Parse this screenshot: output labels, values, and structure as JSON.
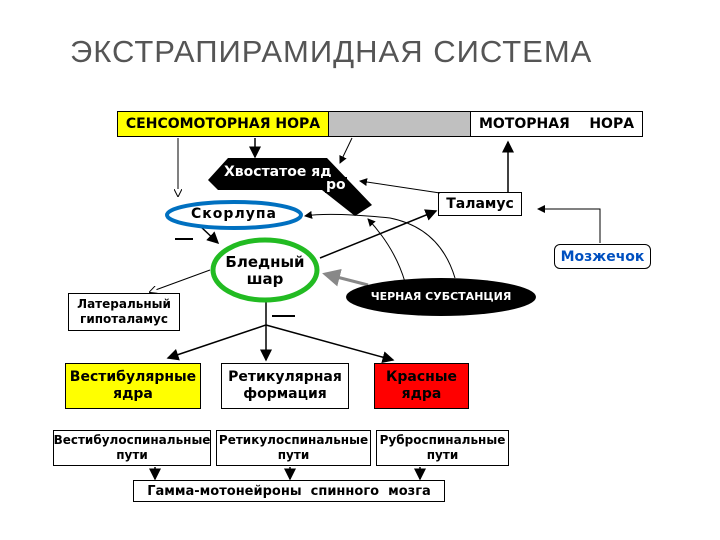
{
  "title": "ЭКСТРАПИРАМИДНАЯ  СИСТЕМА",
  "nodes": {
    "sensory_cortex": "СЕНСОМОТОРНАЯ НОРА",
    "motor_cortex": "МОТОРНАЯ    НОРА",
    "caudate_a": "Хвостатое яд",
    "caudate_b": "ро",
    "putamen": "Скорлупа",
    "thalamus": "Таламус",
    "cerebellum": "Мозжечок",
    "globus_a": "Бледный",
    "globus_b": "шар",
    "substantia_nigra": "ЧЕРНАЯ  СУБСТАНЦИЯ",
    "hypothalamus_a": "Латеральный",
    "hypothalamus_b": "гипоталамус",
    "vestibular_nuclei_a": "Вестибулярные",
    "vestibular_nuclei_b": "ядра",
    "reticular_a": "Ретикулярная",
    "reticular_b": "формация",
    "red_nuclei_a": "Красные",
    "red_nuclei_b": "ядра",
    "vestibulospinal_a": "Вестибулоспинальные",
    "vestibulospinal_b": "пути",
    "reticulospinal_a": "Ретикулоспинальные",
    "reticulospinal_b": "пути",
    "rubrospinal_a": "Руброспинальные",
    "rubrospinal_b": "пути",
    "gamma_motoneurons": "Гамма-мотонейроны  спинного  мозга"
  },
  "colors": {
    "yellow": "#ffff00",
    "gray": "#c0c0c0",
    "blue": "#0070c0",
    "green": "#22bb22",
    "red": "#ff0000",
    "black": "#000000"
  }
}
